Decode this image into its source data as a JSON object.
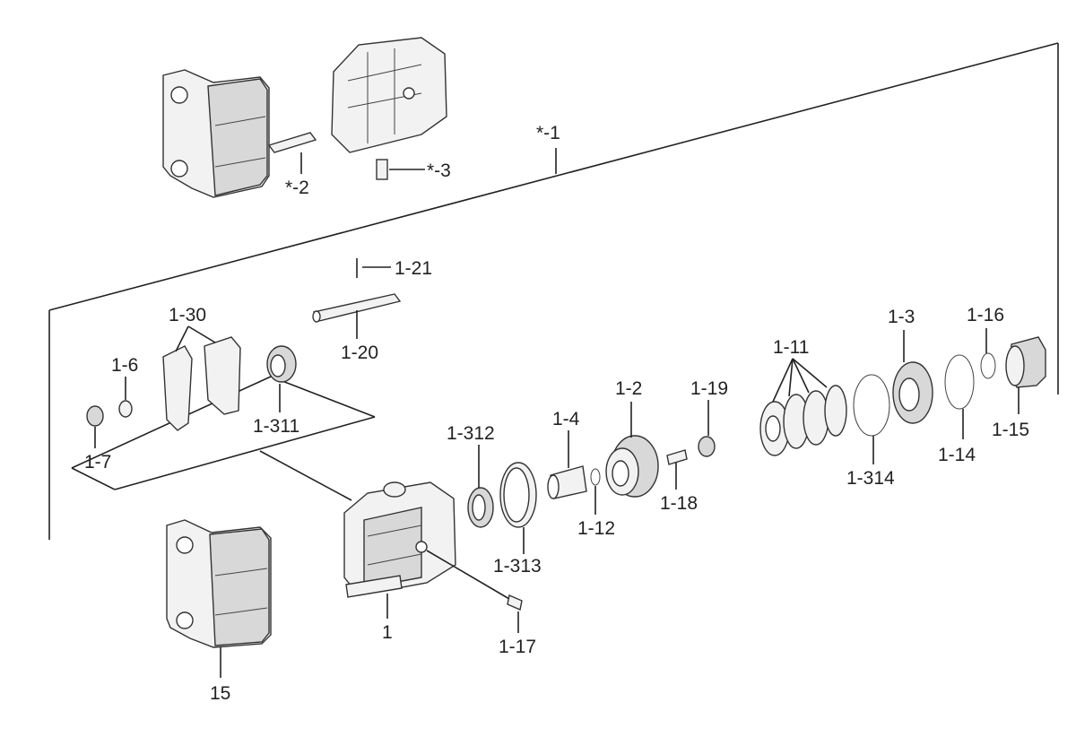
{
  "labels": {
    "star_1": "*-1",
    "star_2": "*-2",
    "star_3": "*-3",
    "p1_21": "1-21",
    "p1_20": "1-20",
    "p1_30": "1-30",
    "p1_6": "1-6",
    "p1_7": "1-7",
    "p1_311": "1-311",
    "p1_312": "1-312",
    "p1_313": "1-313",
    "p1_4": "1-4",
    "p1_12": "1-12",
    "p1_2": "1-2",
    "p1_18": "1-18",
    "p1_19": "1-19",
    "p1_11": "1-11",
    "p1_314": "1-314",
    "p1_3": "1-3",
    "p1_14": "1-14",
    "p1_16": "1-16",
    "p1_15": "1-15",
    "p1_17": "1-17",
    "p1": "1",
    "p15": "15"
  }
}
